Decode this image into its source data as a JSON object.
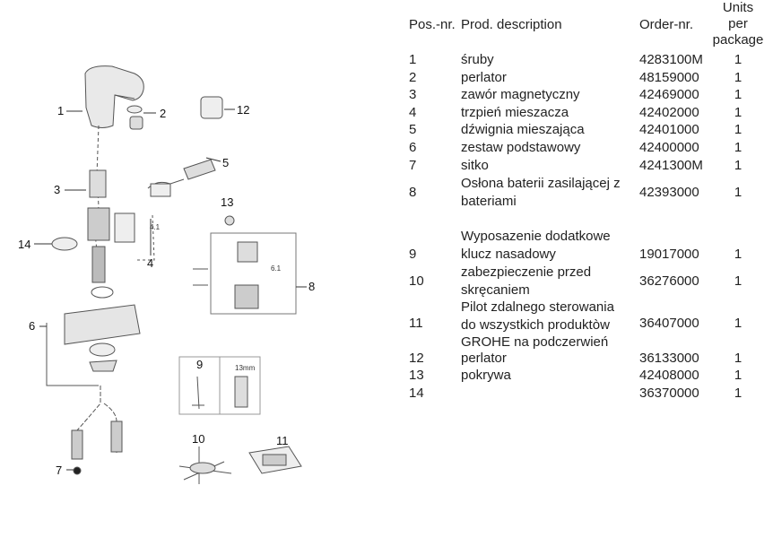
{
  "table": {
    "headers": {
      "pos": "Pos.-nr.",
      "desc": "Prod. description",
      "order": "Order-nr.",
      "units_l1": "Units",
      "units_l2": "per",
      "units_l3": "package"
    },
    "rows": [
      {
        "pos": "1",
        "desc": "śruby",
        "desc2": "",
        "desc3": "",
        "order": "4283100M",
        "qty": "1"
      },
      {
        "pos": "2",
        "desc": "perlator",
        "desc2": "",
        "desc3": "",
        "order": "48159000",
        "qty": "1"
      },
      {
        "pos": "3",
        "desc": "zawór magnetyczny",
        "desc2": "",
        "desc3": "",
        "order": "42469000",
        "qty": "1"
      },
      {
        "pos": "4",
        "desc": "trzpień mieszacza",
        "desc2": "",
        "desc3": "",
        "order": "42402000",
        "qty": "1"
      },
      {
        "pos": "5",
        "desc": "dźwignia mieszająca",
        "desc2": "",
        "desc3": "",
        "order": "42401000",
        "qty": "1"
      },
      {
        "pos": "6",
        "desc": "zestaw podstawowy",
        "desc2": "",
        "desc3": "",
        "order": "42400000",
        "qty": "1"
      },
      {
        "pos": "7",
        "desc": "sitko",
        "desc2": "",
        "desc3": "",
        "order": "4241300M",
        "qty": "1"
      },
      {
        "pos": "8",
        "desc": "Osłona baterii zasilającej z",
        "desc2": "bateriami",
        "desc3": "",
        "order": "42393000",
        "qty": "1"
      }
    ],
    "section_title": "Wyposazenie dodatkowe",
    "rows2": [
      {
        "pos": "9",
        "desc": "klucz nasadowy",
        "desc2": "",
        "desc3": "",
        "order": "19017000",
        "qty": "1"
      },
      {
        "pos": "10",
        "desc": "zabezpieczenie przed",
        "desc2": "skręcaniem",
        "desc3": "",
        "order": "36276000",
        "qty": "1"
      },
      {
        "pos": "11",
        "desc": "Pilot zdalnego sterowania",
        "desc2": "do wszystkich produktòw",
        "desc3": "GROHE na podczerwień",
        "order": "36407000",
        "qty": "1"
      },
      {
        "pos": "12",
        "desc": "perlator",
        "desc2": "",
        "desc3": "",
        "order": "36133000",
        "qty": "1"
      },
      {
        "pos": "13",
        "desc": "pokrywa",
        "desc2": "",
        "desc3": "",
        "order": "42408000",
        "qty": "1"
      },
      {
        "pos": "14",
        "desc": "",
        "desc2": "",
        "desc3": "",
        "order": "36370000",
        "qty": "1"
      }
    ]
  },
  "diagram": {
    "callouts": [
      "1",
      "2",
      "3",
      "4",
      "5",
      "6",
      "7",
      "8",
      "9",
      "10",
      "11",
      "12",
      "13",
      "14"
    ],
    "sub_labels": {
      "a": "4.1",
      "b": "6.1",
      "c": "13mm"
    }
  }
}
